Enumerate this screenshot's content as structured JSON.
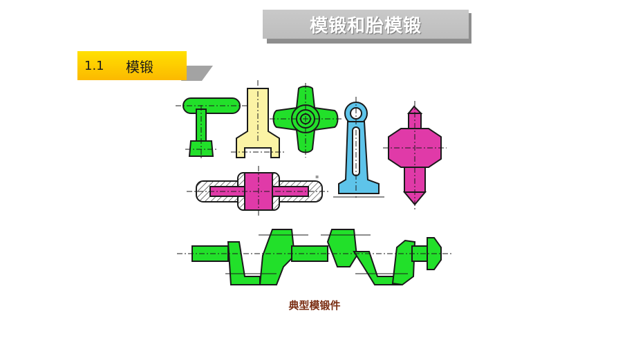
{
  "title": "模锻和胎模锻",
  "section": {
    "number": "1.1",
    "label": "模锻"
  },
  "figure": {
    "caption": "典型模锻件"
  },
  "colors": {
    "green_part": "#22e02a",
    "yellow_part": "#fbf3a5",
    "pink_part": "#e03aa8",
    "blue_part": "#5ec4ea",
    "section_box": "#fcc800",
    "title_box": "#c3c3c3",
    "caption": "#7a2d12"
  }
}
